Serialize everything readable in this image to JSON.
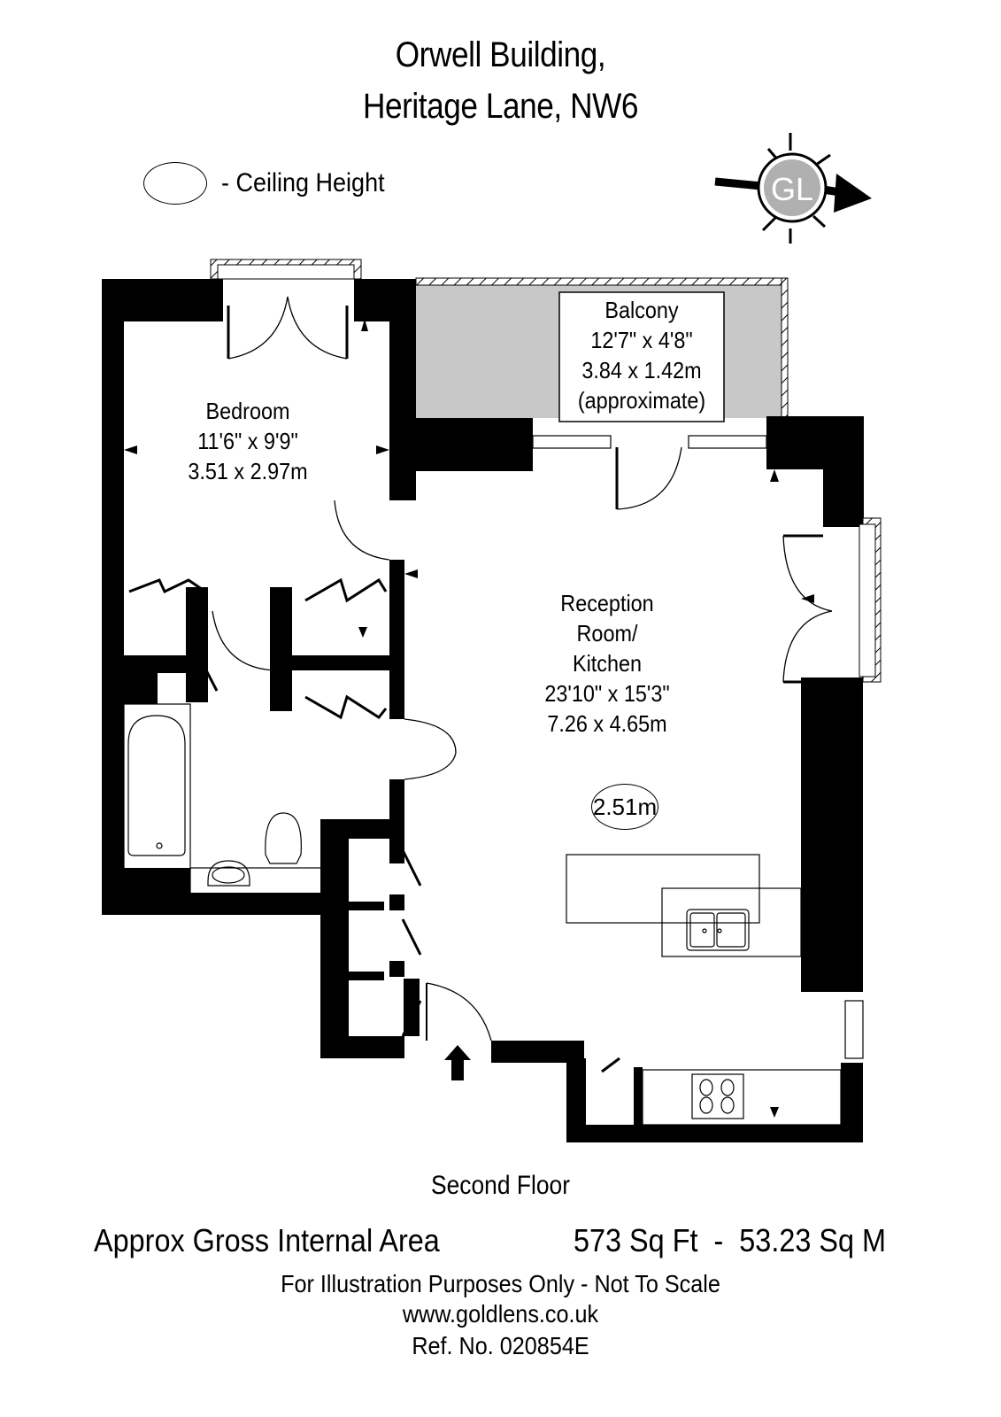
{
  "header": {
    "title_line1": "Orwell Building,",
    "title_line2": "Heritage Lane, NW6"
  },
  "legend": {
    "symbol": "ceiling-height-oval",
    "label": "- Ceiling Height"
  },
  "compass": {
    "logo_text": "GL",
    "icon": "north-arrow-compass"
  },
  "rooms": {
    "balcony": {
      "name": "Balcony",
      "imperial": "12'7\" x 4'8\"",
      "metric": "3.84 x 1.42m",
      "note": "(approximate)"
    },
    "bedroom": {
      "name": "Bedroom",
      "imperial": "11'6\" x 9'9\"",
      "metric": "3.51 x 2.97m"
    },
    "reception": {
      "name_line1": "Reception",
      "name_line2": "Room/",
      "name_line3": "Kitchen",
      "imperial": "23'10\" x 15'3\"",
      "metric": "7.26 x 4.65m",
      "ceiling_height": "2.51m"
    }
  },
  "floor": {
    "name": "Second Floor"
  },
  "area": {
    "label": "Approx Gross Internal Area",
    "value": "573 Sq Ft  -  53.23 Sq M"
  },
  "footer": {
    "disclaimer": "For Illustration Purposes Only - Not To Scale",
    "website": "www.goldlens.co.uk",
    "reference": "Ref. No. 020854E"
  },
  "colors": {
    "wall": "#000000",
    "balcony_fill": "#c8c8c8",
    "logo_fill": "#b0b0b0",
    "background": "#ffffff"
  }
}
